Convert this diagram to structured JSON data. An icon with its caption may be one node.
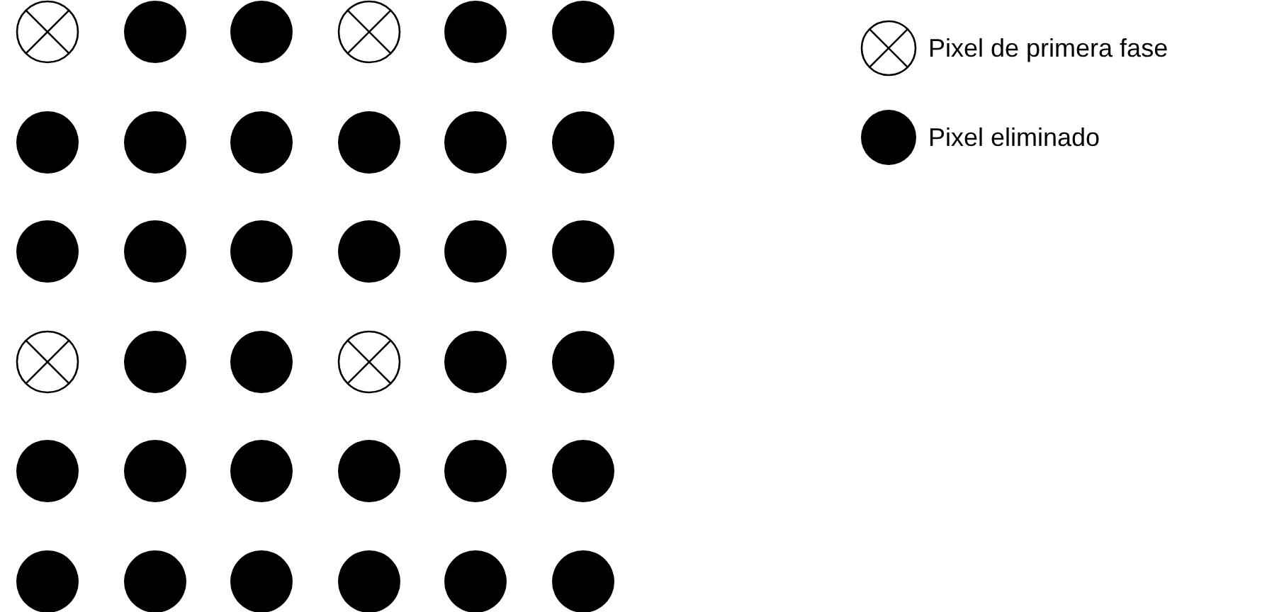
{
  "diagram": {
    "nodes": [
      {
        "text": [],
        "shape": "crossed-circle"
      },
      {
        "text": [],
        "shape": "circle"
      },
      {
        "text": [],
        "shape": "circle"
      },
      {
        "text": [],
        "shape": "crossed-circle"
      },
      {
        "text": [],
        "shape": "circle"
      },
      {
        "text": [],
        "shape": "circle"
      },
      {
        "text": [],
        "shape": "circle"
      },
      {
        "text": [],
        "shape": "circle"
      },
      {
        "text": [],
        "shape": "circle"
      },
      {
        "text": [],
        "shape": "circle"
      },
      {
        "text": [],
        "shape": "circle"
      },
      {
        "text": [],
        "shape": "circle"
      },
      {
        "text": [],
        "shape": "circle"
      },
      {
        "text": [],
        "shape": "circle"
      },
      {
        "text": [],
        "shape": "circle"
      },
      {
        "text": [],
        "shape": "circle"
      },
      {
        "text": [],
        "shape": "circle"
      },
      {
        "text": [],
        "shape": "circle"
      },
      {
        "text": [],
        "shape": "crossed-circle"
      },
      {
        "text": [],
        "shape": "circle"
      },
      {
        "text": [],
        "shape": "circle"
      },
      {
        "text": [],
        "shape": "crossed-circle"
      },
      {
        "text": [],
        "shape": "circle"
      },
      {
        "text": [],
        "shape": "circle"
      },
      {
        "text": [],
        "shape": "circle"
      },
      {
        "text": [],
        "shape": "circle"
      },
      {
        "text": [],
        "shape": "circle"
      },
      {
        "text": [],
        "shape": "circle"
      },
      {
        "text": [],
        "shape": "circle"
      },
      {
        "text": [],
        "shape": "circle"
      },
      {
        "text": [],
        "shape": "circle"
      },
      {
        "text": [],
        "shape": "circle"
      },
      {
        "text": [],
        "shape": "circle"
      },
      {
        "text": [],
        "shape": "circle"
      },
      {
        "text": [],
        "shape": "circle"
      },
      {
        "text": [],
        "shape": "circle"
      }
    ],
    "legend": [
      {
        "text": "Pixel de primera fase"
      },
      {
        "text": "Pixel eliminado"
      }
    ]
  }
}
